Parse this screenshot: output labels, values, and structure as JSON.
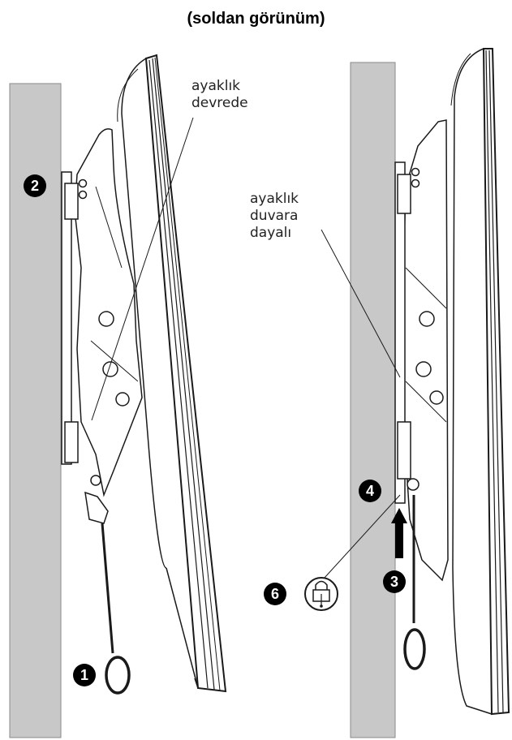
{
  "title": "(soldan görünüm)",
  "left_panel": {
    "callout_line1": "ayaklık",
    "callout_line2": "devrede",
    "markers": [
      "1",
      "2"
    ]
  },
  "right_panel": {
    "callout_line1": "ayaklık",
    "callout_line2": "duvara",
    "callout_line3": "dayalı",
    "markers": [
      "3",
      "4",
      "6"
    ],
    "lock_icon": "padlock-icon",
    "arrow_icon": "arrow-up-icon"
  },
  "colors": {
    "wall": "#c8c8c8",
    "line": "#1a1a1a",
    "marker_bg": "#000000",
    "marker_text": "#ffffff"
  }
}
